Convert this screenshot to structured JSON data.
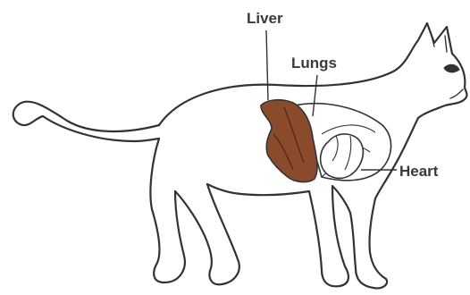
{
  "labels": {
    "liver": "Liver",
    "lungs": "Lungs",
    "heart": "Heart"
  },
  "colors": {
    "outline": "#333333",
    "liver_fill": "#8a4b2c",
    "organ_fill": "#ffffff",
    "label_text": "#3a3a3a"
  }
}
